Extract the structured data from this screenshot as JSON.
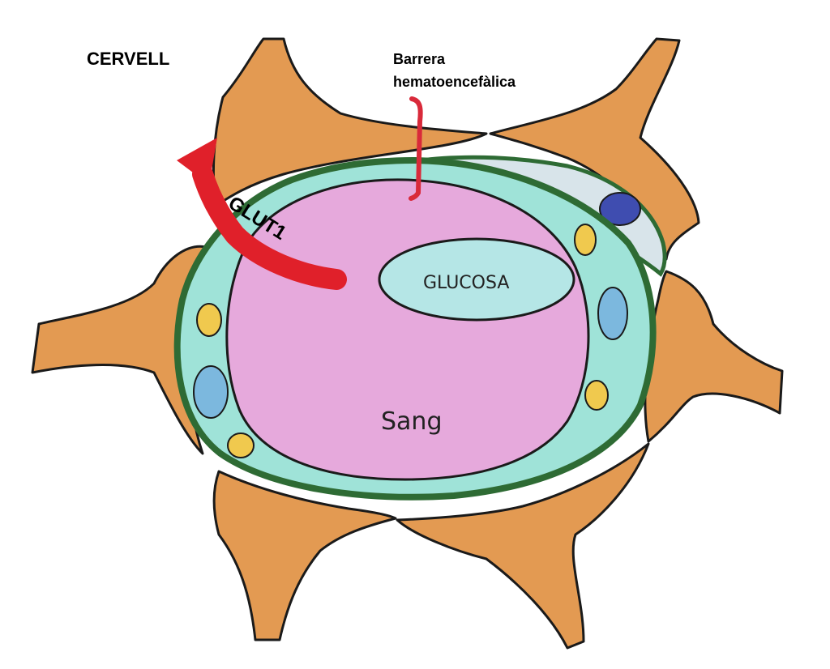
{
  "labels": {
    "region": "CERVELL",
    "barrier_line1": "Barrera",
    "barrier_line2": "hematoencefàlica",
    "transporter": "GLUT1",
    "molecule": "GLUCOSA",
    "lumen": "Sang"
  },
  "colors": {
    "astrocyte": "#e39a52",
    "astrocyte_stroke": "#1a1a1a",
    "endothelium": "#2e6b34",
    "endothelial_cytoplasm": "#9fe3d8",
    "blood": "#e6a9dc",
    "glucose_bubble": "#b5e6e6",
    "pericyte": "#d8e4ea",
    "yellow_nucleus": "#f0c94e",
    "blue_nucleus": "#7cb8de",
    "dark_nucleus": "#3f4db0",
    "arrow": "#e0202a"
  }
}
